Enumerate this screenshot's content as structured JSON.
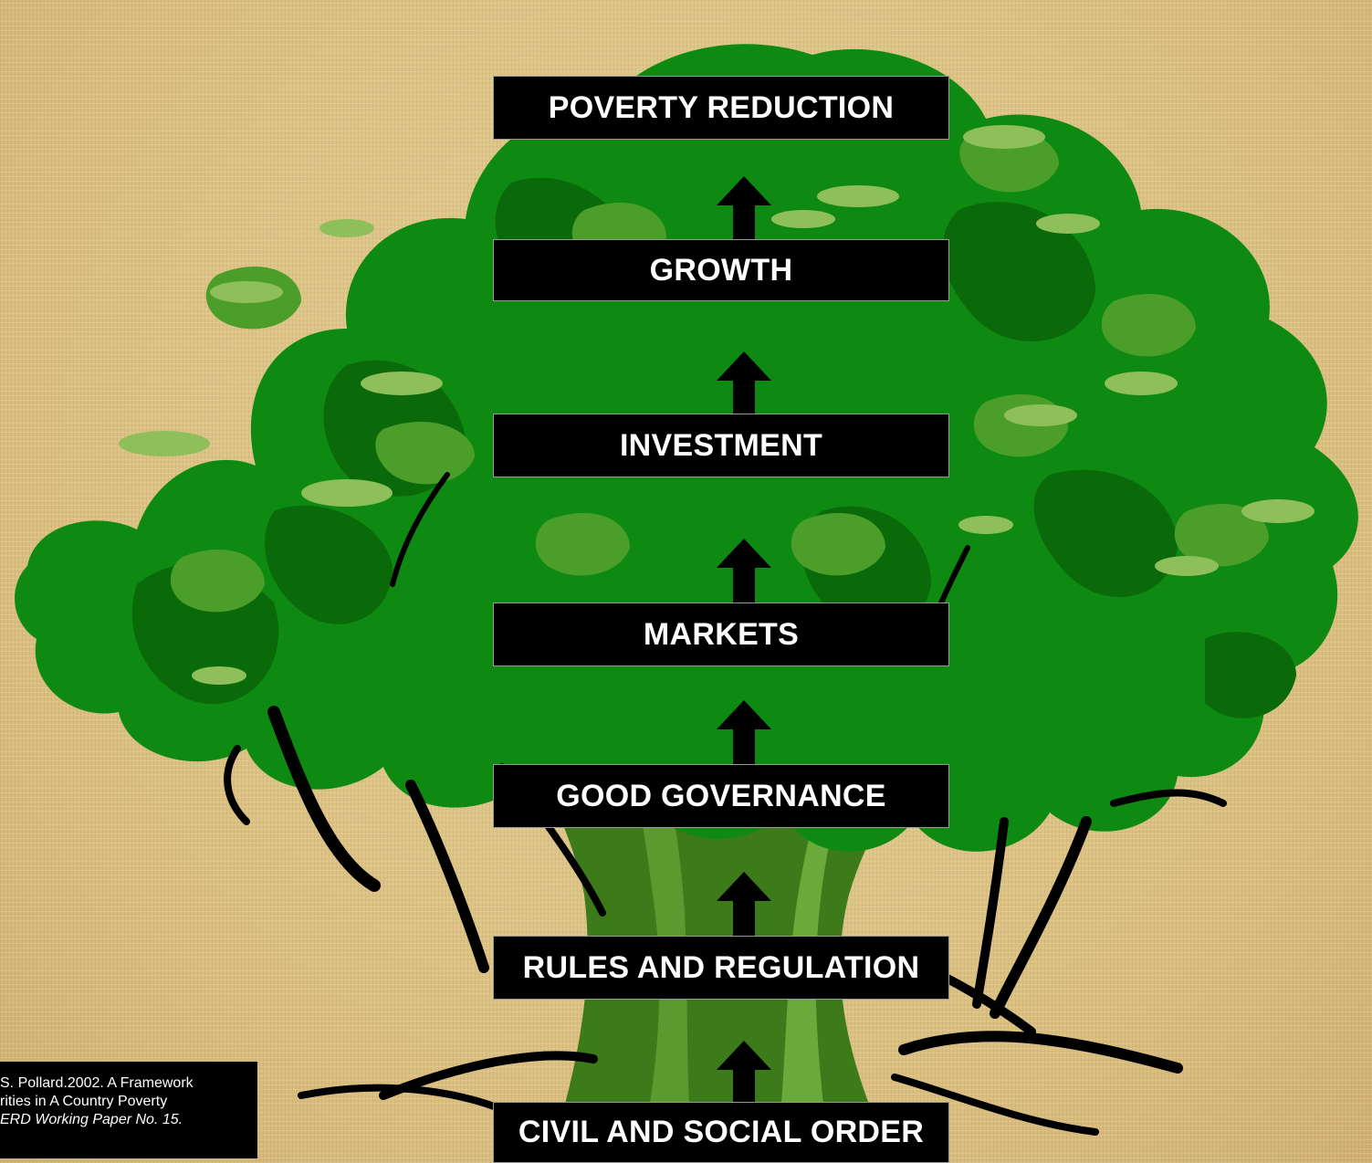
{
  "diagram": {
    "levels": [
      {
        "label": "POVERTY REDUCTION"
      },
      {
        "label": "GROWTH"
      },
      {
        "label": "INVESTMENT"
      },
      {
        "label": "MARKETS"
      },
      {
        "label": "GOOD GOVERNANCE"
      },
      {
        "label": "RULES AND REGULATION"
      },
      {
        "label": "CIVIL AND SOCIAL ORDER"
      }
    ],
    "colors": {
      "canopy_dark": "#0a6a0a",
      "canopy": "#0e8a12",
      "leaf_mid": "#4c9e2a",
      "leaf_light": "#8fbf5a",
      "trunk": "#3d7a1a",
      "roots": "#000000",
      "box_fill": "#000000",
      "box_text": "#ffffff",
      "background": "#dcc387"
    }
  },
  "citation": {
    "line1": "S. Pollard.2002. A Framework",
    "line2": "rities in A Country Poverty",
    "line3": "ERD Working Paper No. 15."
  }
}
